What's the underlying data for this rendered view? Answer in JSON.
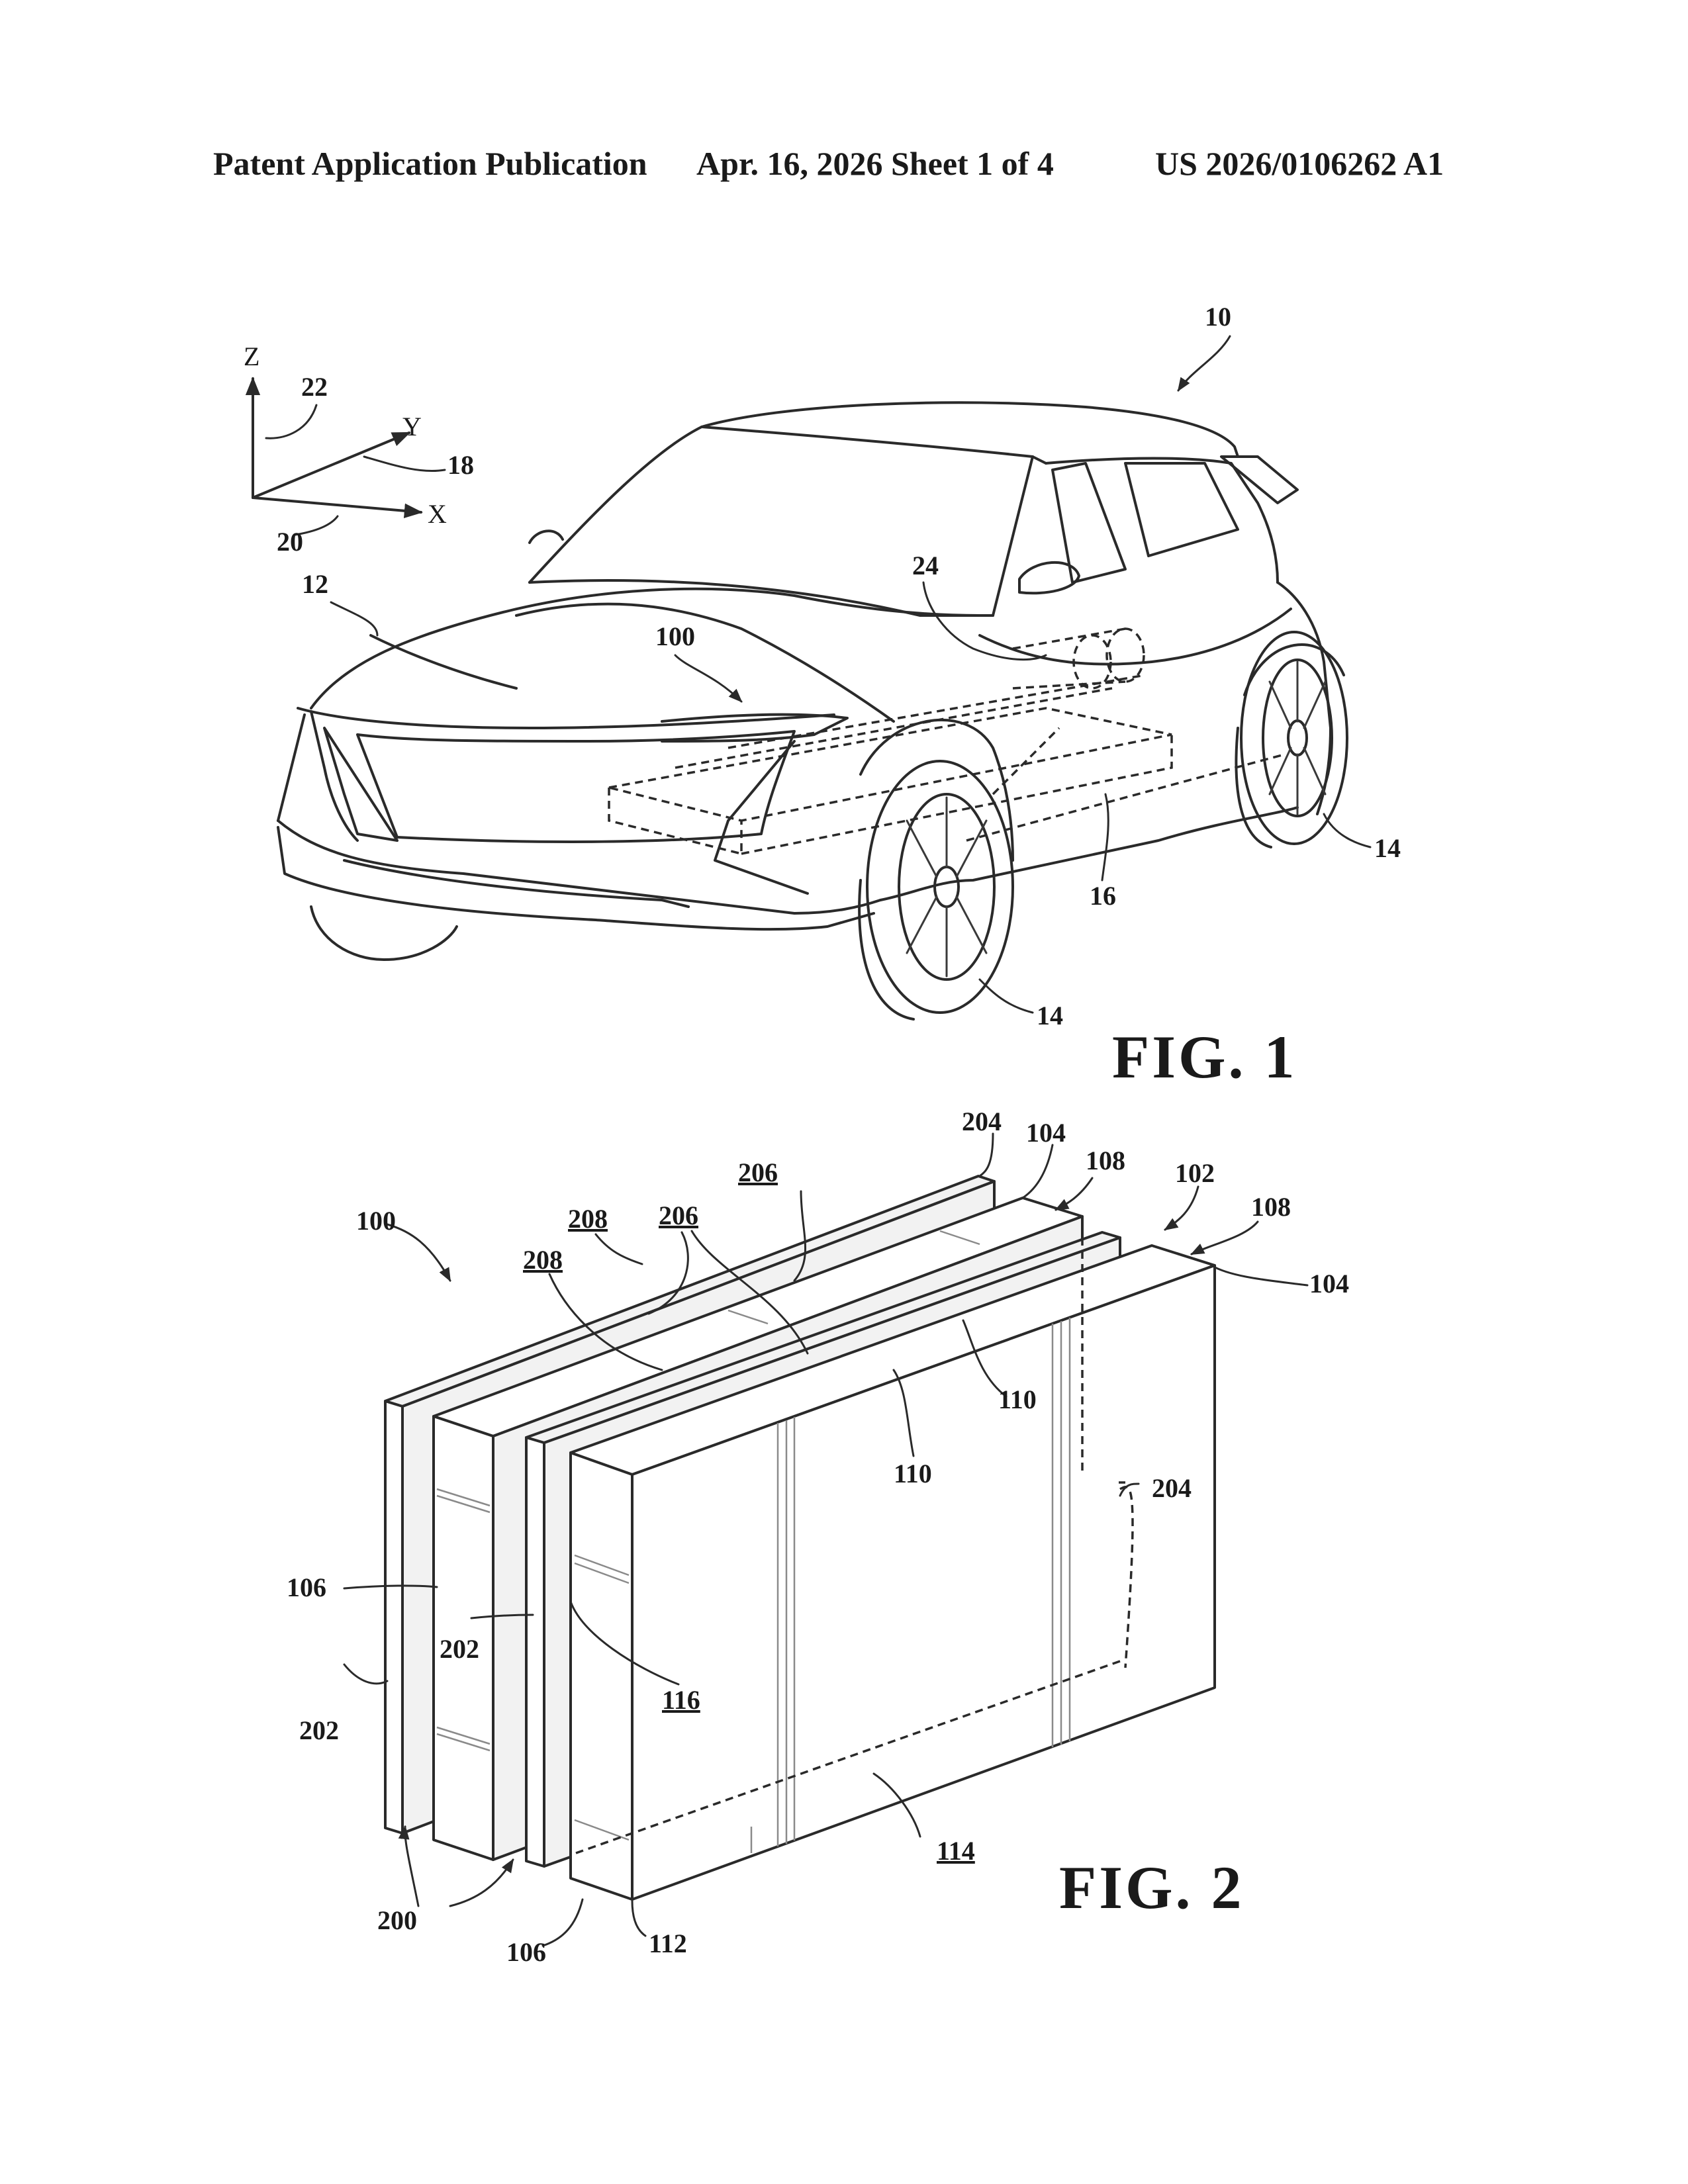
{
  "header": {
    "left": "Patent Application Publication",
    "center": "Apr. 16, 2026  Sheet 1 of 4",
    "right": "US 2026/0106262 A1"
  },
  "fig1": {
    "caption": "FIG.  1",
    "axes": {
      "z": "Z",
      "y": "Y",
      "x": "X"
    },
    "refs": {
      "vehicle": "10",
      "body": "12",
      "wheel_rear": "14",
      "wheel_front": "14",
      "frame": "16",
      "y_axis": "18",
      "x_axis": "20",
      "z_axis": "22",
      "motor": "24",
      "battery": "100"
    }
  },
  "fig2": {
    "caption": "FIG.  2",
    "refs": {
      "assembly": "100",
      "cell_102": "102",
      "r104_top": "104",
      "r104_right": "104",
      "r108_a": "108",
      "r108_b": "108",
      "r106_left": "106",
      "r106_bottom": "106",
      "r110_a": "110",
      "r110_b": "110",
      "r112": "112",
      "r114": "114",
      "r116": "116",
      "r200": "200",
      "r202_a": "202",
      "r202_b": "202",
      "r204_top": "204",
      "r204_right": "204",
      "r206_a": "206",
      "r206_b": "206",
      "r208_a": "208",
      "r208_b": "208"
    }
  }
}
